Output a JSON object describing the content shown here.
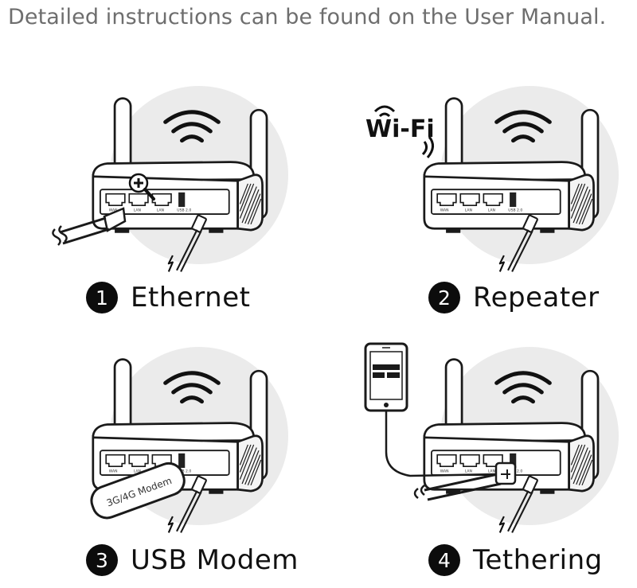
{
  "headline": "Detailed instructions can be found on the User Manual.",
  "modes": [
    {
      "number": "1",
      "label": "Ethernet"
    },
    {
      "number": "2",
      "label": "Repeater"
    },
    {
      "number": "3",
      "label": "USB Modem"
    },
    {
      "number": "4",
      "label": "Tethering"
    }
  ],
  "router_port_labels": [
    "WAN",
    "LAN",
    "LAN",
    "USB 2.0"
  ],
  "wifi_logo_text": "Wi-Fi",
  "modem_text": "3G/4G Modem",
  "colors": {
    "circle_bg": "#ebebeb",
    "line": "#1a1a1a",
    "badge": "#0c0c0c"
  }
}
